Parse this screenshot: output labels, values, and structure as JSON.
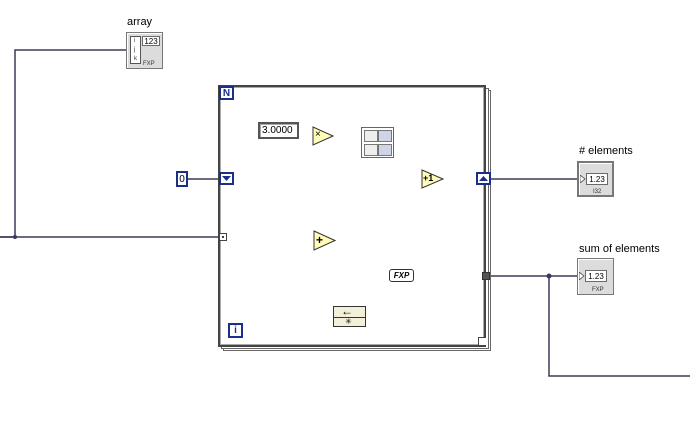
{
  "labels": {
    "array": "array",
    "elements": "# elements",
    "sum": "sum of elements"
  },
  "array_terminal": {
    "index_letters": [
      "i",
      "j",
      "k"
    ],
    "data_glyph": "123",
    "type_tag": "FXP"
  },
  "indicators": {
    "elements_value": "1.23",
    "elements_tag": "I32",
    "sum_value": "1.23",
    "sum_tag": "FXP"
  },
  "loop": {
    "count_terminal": "N",
    "iteration_terminal": "i"
  },
  "constants": {
    "initial_value": "0",
    "multiplier": "3.0000"
  },
  "nodes": {
    "multiply_glyph": "×",
    "add_glyph": "+",
    "increment_glyph": "+1",
    "fxp_label": "FXP",
    "shift_arrow": "←",
    "shift_star": "✳"
  },
  "colors": {
    "wire": "#3b3a58",
    "loop_blue": "#1a2e8a",
    "primitive_fill": "#fffdb8"
  }
}
